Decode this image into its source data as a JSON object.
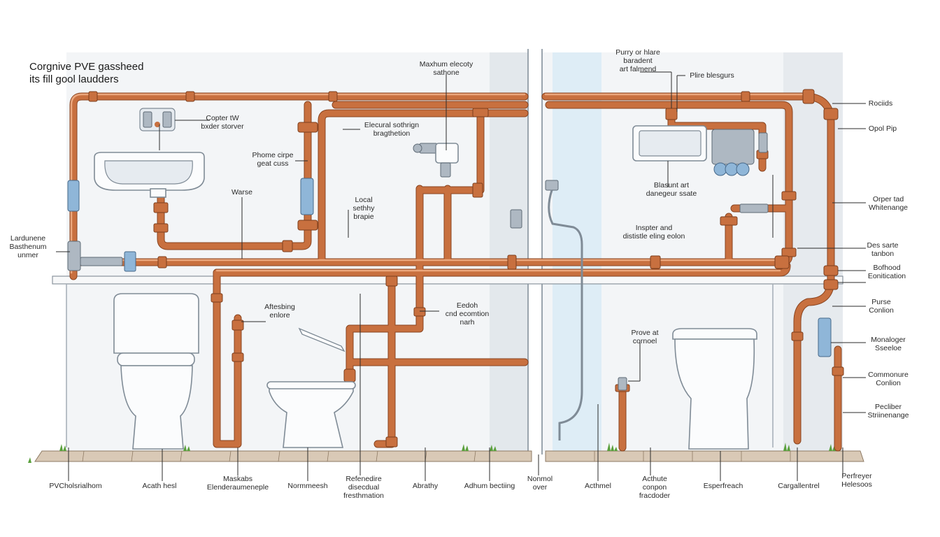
{
  "title": {
    "line1": "Corgnive PVE gassheed",
    "line2": "its fill gool laudders"
  },
  "labels": [
    {
      "id": "copter",
      "lines": [
        "Copter tW",
        "bxder storver"
      ]
    },
    {
      "id": "phome",
      "lines": [
        "Phome cirpe",
        "geat cuss"
      ]
    },
    {
      "id": "waste",
      "lines": [
        "Warse"
      ]
    },
    {
      "id": "lardunene",
      "lines": [
        "Lardunene",
        "Basthenum",
        "unmer"
      ]
    },
    {
      "id": "maxhum",
      "lines": [
        "Maxhum elecoty",
        "sathone"
      ]
    },
    {
      "id": "elecural",
      "lines": [
        "Elecural sothrign",
        "bragthetion"
      ]
    },
    {
      "id": "local",
      "lines": [
        "Local",
        "sethhy",
        "brapie"
      ]
    },
    {
      "id": "purry",
      "lines": [
        "Purry or hlare",
        "baradent",
        "art falmend"
      ]
    },
    {
      "id": "plire",
      "lines": [
        "Plire blesgurs"
      ]
    },
    {
      "id": "rociids",
      "lines": [
        "Rociids"
      ]
    },
    {
      "id": "opol",
      "lines": [
        "Opol Pip"
      ]
    },
    {
      "id": "blasunt",
      "lines": [
        "Blasunt art",
        "danegeur ssate"
      ]
    },
    {
      "id": "orper",
      "lines": [
        "Orper tad",
        "Whitenange"
      ]
    },
    {
      "id": "inspter",
      "lines": [
        "Inspter and",
        "dististle eling eolon"
      ]
    },
    {
      "id": "dessarte",
      "lines": [
        "Des sarte",
        "tanbon"
      ]
    },
    {
      "id": "bofhood",
      "lines": [
        "Bofhood",
        "Eonitication"
      ]
    },
    {
      "id": "purse",
      "lines": [
        "Purse",
        "Conlion"
      ]
    },
    {
      "id": "monaloger",
      "lines": [
        "Monaloger",
        "Sseeloe"
      ]
    },
    {
      "id": "commonure",
      "lines": [
        "Commonure",
        "Conlion"
      ]
    },
    {
      "id": "pecliber",
      "lines": [
        "Pecliber",
        "Striinenange"
      ]
    },
    {
      "id": "aftesbing",
      "lines": [
        "Aftesbing",
        "enlore"
      ]
    },
    {
      "id": "eedoh",
      "lines": [
        "Eedoh",
        "cnd ecomtion",
        "narh"
      ]
    },
    {
      "id": "prove",
      "lines": [
        "Prove at",
        "cornoel"
      ]
    },
    {
      "id": "pvc",
      "lines": [
        "PVCholsrialhom"
      ]
    },
    {
      "id": "acath",
      "lines": [
        "Acath hesl"
      ]
    },
    {
      "id": "maskabs",
      "lines": [
        "Maskabs",
        "Elenderaumeneple"
      ]
    },
    {
      "id": "normme",
      "lines": [
        "Normmeesh"
      ]
    },
    {
      "id": "refenedire",
      "lines": [
        "Refenedire",
        "disecdual",
        "fresthmation"
      ]
    },
    {
      "id": "abrathy",
      "lines": [
        "Abrathy"
      ]
    },
    {
      "id": "adhum",
      "lines": [
        "Adhum bectiing"
      ]
    },
    {
      "id": "nonmol",
      "lines": [
        "Nonmol",
        "over"
      ]
    },
    {
      "id": "acthmel",
      "lines": [
        "Acthmel"
      ]
    },
    {
      "id": "acthute",
      "lines": [
        "Acthute",
        "conpon",
        "fracdoder"
      ]
    },
    {
      "id": "esperr",
      "lines": [
        "Esperfreach"
      ]
    },
    {
      "id": "cargoll",
      "lines": [
        "Cargallentrel"
      ]
    },
    {
      "id": "perfreyer",
      "lines": [
        "Perfreyer",
        "Helesoos"
      ]
    }
  ],
  "colors": {
    "copper": "#c8703f",
    "porcelain": "#fbfcfd",
    "wall": "#eef1f4",
    "glass": "#dcecf5",
    "ink": "#2a2a2a"
  }
}
